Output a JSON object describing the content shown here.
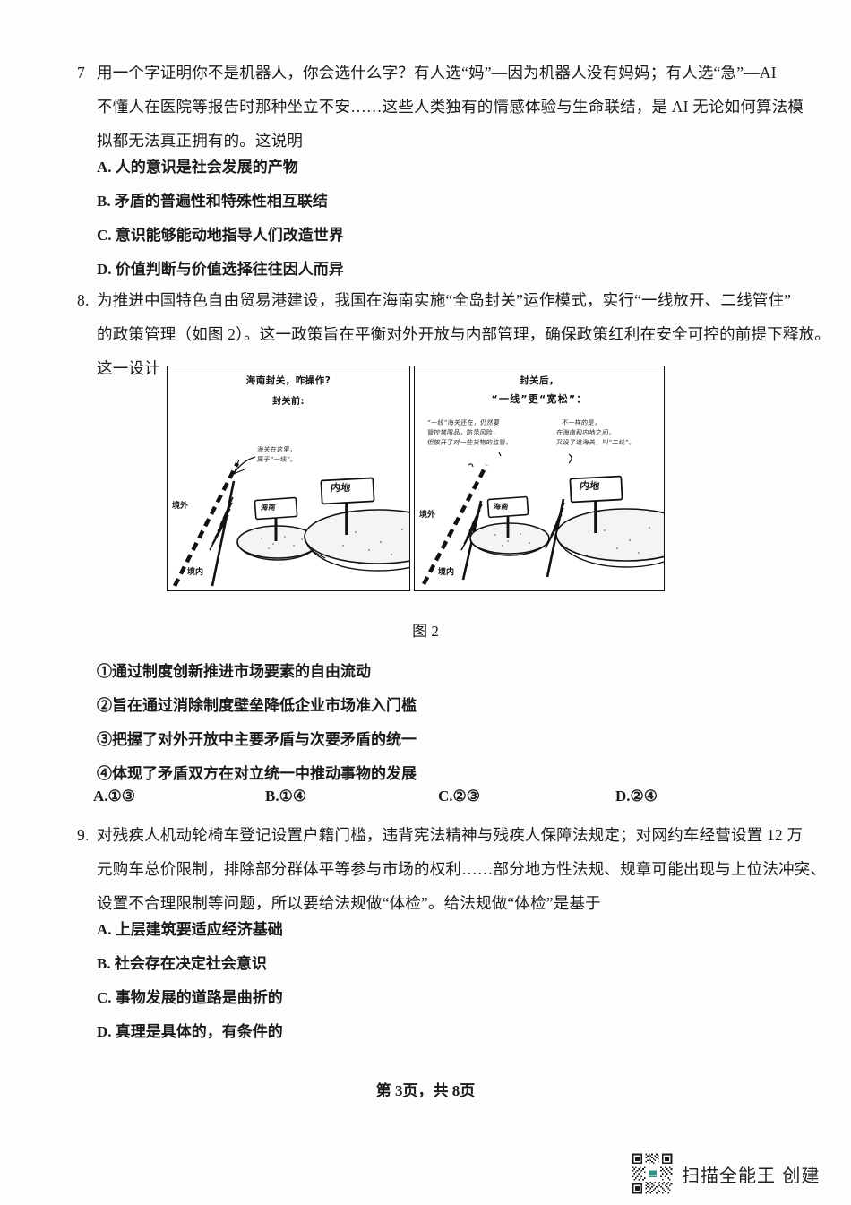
{
  "document": {
    "type": "scanned-exam-paper",
    "page_footer": "第 3页，共 8页"
  },
  "questions": [
    {
      "number": "7",
      "stem_lines": [
        "用一个字证明你不是机器人，你会选什么字？有人选“妈”—因为机器人没有妈妈；有人选“急”—AI",
        "不懂人在医院等报告时那种坐立不安……这些人类独有的情感体验与生命联结，是 AI 无论如何算法模",
        "拟都无法真正拥有的。这说明"
      ],
      "options": [
        "A. 人的意识是社会发展的产物",
        "B. 矛盾的普遍性和特殊性相互联结",
        "C. 意识能够能动地指导人们改造世界",
        "D. 价值判断与价值选择往往因人而异"
      ]
    },
    {
      "number": "8.",
      "stem_lines": [
        "为推进中国特色自由贸易港建设，我国在海南实施“全岛封关”运作模式，实行“一线放开、二线管住”",
        "的政策管理（如图 2）。这一政策旨在平衡对外开放与内部管理，确保政策红利在安全可控的前提下释放。",
        "这一设计"
      ],
      "statements": [
        "①通过制度创新推进市场要素的自由流动",
        "②旨在通过消除制度壁垒降低企业市场准入门槛",
        "③把握了对外开放中主要矛盾与次要矛盾的统一",
        "④体现了矛盾双方在对立统一中推动事物的发展"
      ],
      "options_inline": [
        "A.①③",
        "B.①④",
        "C.②③",
        "D.②④"
      ]
    },
    {
      "number": "9.",
      "stem_lines": [
        "对残疾人机动轮椅车登记设置户籍门槛，违背宪法精神与残疾人保障法规定；对网约车经营设置 12 万",
        "元购车总价限制，排除部分群体平等参与市场的权利……部分地方性法规、规章可能出现与上位法冲突、",
        "设置不合理限制等问题，所以要给法规做“体检”。给法规做“体检”是基于"
      ],
      "options": [
        "A. 上层建筑要适应经济基础",
        "B. 社会存在决定社会意识",
        "C. 事物发展的道路是曲折的",
        "D. 真理是具体的，有条件的"
      ]
    }
  ],
  "figure": {
    "caption": "图 2",
    "left_panel": {
      "title": "海南封关，咋操作?",
      "subtitle": "封关前:",
      "annotation": [
        "海关在这里，",
        "属于“一线”。"
      ],
      "labels": {
        "outside": "境外",
        "inside": "境内",
        "island_sign": "海南",
        "mainland_sign": "内地"
      }
    },
    "right_panel": {
      "title": "封关后，",
      "subtitle": "“一线”更“宽松”：",
      "annotation_left": [
        "“一线”海关还在，仍然要",
        "管控禁限品，防范风险，",
        "但放开了对一些货物的监管。"
      ],
      "annotation_right": [
        "不一样的是，",
        "在海南和内地之间，",
        "又设了道海关，叫“二线”。"
      ],
      "labels": {
        "outside": "境外",
        "inside": "境内",
        "island_sign": "海南",
        "mainland_sign": "内地"
      }
    }
  },
  "watermark": {
    "text": "扫描全能王 创建",
    "qr_label": "qr-code"
  }
}
